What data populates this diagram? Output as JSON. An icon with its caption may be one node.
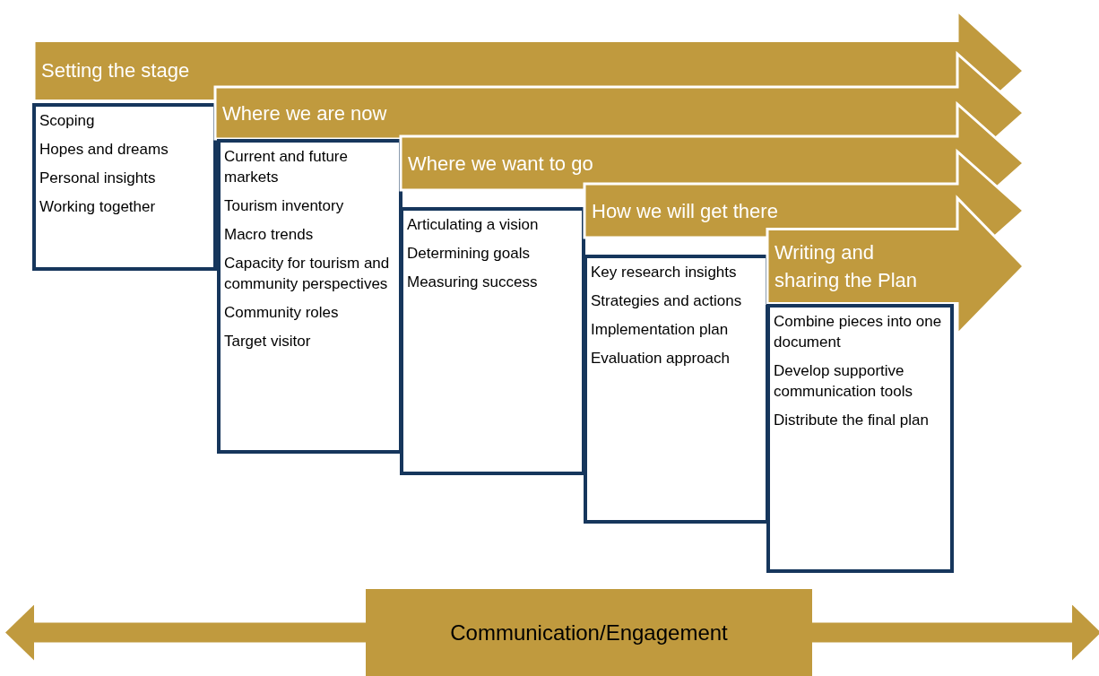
{
  "diagram": {
    "nodes": [
      {
        "text": [
          "Setting the stage"
        ]
      },
      {
        "text": [
          "Scoping",
          "Hopes and dreams",
          "Personal insights",
          "Working together"
        ]
      },
      {
        "text": [
          "Where we are now"
        ]
      },
      {
        "text": [
          "Current and future markets",
          "Tourism inventory",
          "Macro trends",
          "Capacity for tourism and community perspectives",
          "Community roles",
          "Target visitor"
        ]
      },
      {
        "text": [
          "Where we want to go"
        ]
      },
      {
        "text": [
          "Articulating a vision",
          "Determining goals",
          "Measuring success"
        ]
      },
      {
        "text": [
          "How we will get there"
        ]
      },
      {
        "text": [
          "Key research insights",
          "Strategies and actions",
          "Implementation plan",
          "Evaluation approach"
        ]
      },
      {
        "text": [
          "Writing and sharing the Plan"
        ]
      },
      {
        "text": [
          "Combine pieces into one document",
          "Develop supportive communication tools",
          "Distribute the final plan"
        ]
      },
      {
        "text": [
          "Communication/Engagement"
        ]
      }
    ],
    "edges": [
      {
        "from": 10,
        "to": null,
        "arrow": "to"
      },
      {
        "from": 10,
        "to": null,
        "arrow": "to"
      }
    ]
  }
}
